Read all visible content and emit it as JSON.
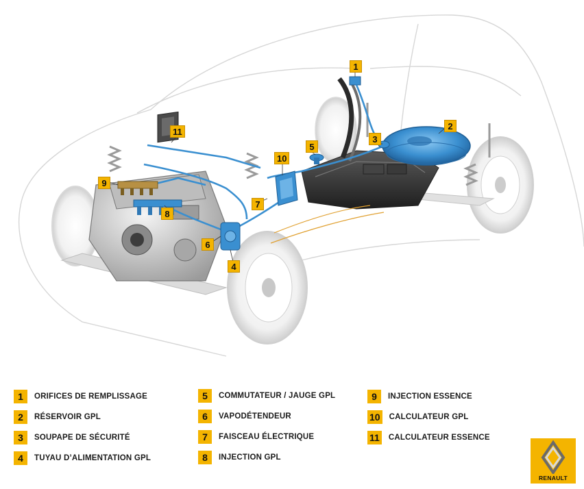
{
  "diagram": {
    "callouts": [
      {
        "id": "1",
        "x": 0,
        "y": 0
      },
      {
        "id": "2"
      },
      {
        "id": "3"
      },
      {
        "id": "4"
      },
      {
        "id": "5"
      },
      {
        "id": "6"
      },
      {
        "id": "7"
      },
      {
        "id": "8"
      },
      {
        "id": "9"
      },
      {
        "id": "10"
      },
      {
        "id": "11"
      }
    ]
  },
  "legend": {
    "items": [
      {
        "num": "1",
        "label": "ORIFICES DE REMPLISSAGE"
      },
      {
        "num": "2",
        "label": "RÉSERVOIR GPL"
      },
      {
        "num": "3",
        "label": "SOUPAPE DE SÉCURITÉ"
      },
      {
        "num": "4",
        "label": "TUYAU D’ALIMENTATION GPL"
      },
      {
        "num": "5",
        "label": "COMMUTATEUR / JAUGE GPL"
      },
      {
        "num": "6",
        "label": "VAPODÉTENDEUR"
      },
      {
        "num": "7",
        "label": "FAISCEAU ÉLECTRIQUE"
      },
      {
        "num": "8",
        "label": "INJECTION GPL"
      },
      {
        "num": "9",
        "label": "INJECTION ESSENCE"
      },
      {
        "num": "10",
        "label": "CALCULATEUR GPL"
      },
      {
        "num": "11",
        "label": "CALCULATEUR ESSENCE"
      }
    ]
  },
  "brand": {
    "logo_text": "RENAULT",
    "accent": "#f4b400",
    "pipe_color": "#3a8fd0"
  }
}
